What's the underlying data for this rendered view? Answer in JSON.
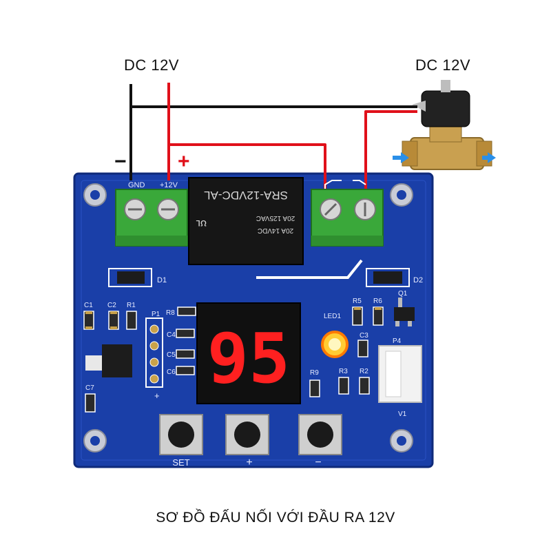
{
  "power_input_label": "DC 12V",
  "valve_power_label": "DC 12V",
  "caption": "SƠ ĐỒ ĐẤU NỐI VỚI ĐẦU RA 12V",
  "polarity": {
    "minus": "−",
    "plus": "+"
  },
  "terminal_labels": {
    "gnd": "GND",
    "v12": "+12V"
  },
  "relay": {
    "model": "SRA-12VDC-AL",
    "rating1": "20A 125VAC",
    "rating2": "20A 14VDC"
  },
  "display_value": "95",
  "buttons": {
    "set": "SET",
    "plus": "+",
    "minus": "−"
  },
  "silkscreen": {
    "d1": "D1",
    "d2": "D2",
    "c1": "C1",
    "c2": "C2",
    "r1": "R1",
    "p1": "P1",
    "r8": "R8",
    "c4": "C4",
    "c5": "C5",
    "c6": "C6",
    "c7": "C7",
    "led1": "LED1",
    "r5": "R5",
    "r6": "R6",
    "q1": "Q1",
    "c3": "C3",
    "p4": "P4",
    "r9": "R9",
    "r3": "R3",
    "r2": "R2",
    "v1": "V1",
    "plus_sign": "+"
  },
  "colors": {
    "wire_positive": "#e0101a",
    "wire_negative": "#111111",
    "pcb": "#1a3fa8",
    "terminal": "#3aa83a",
    "display": "#ff2020"
  }
}
